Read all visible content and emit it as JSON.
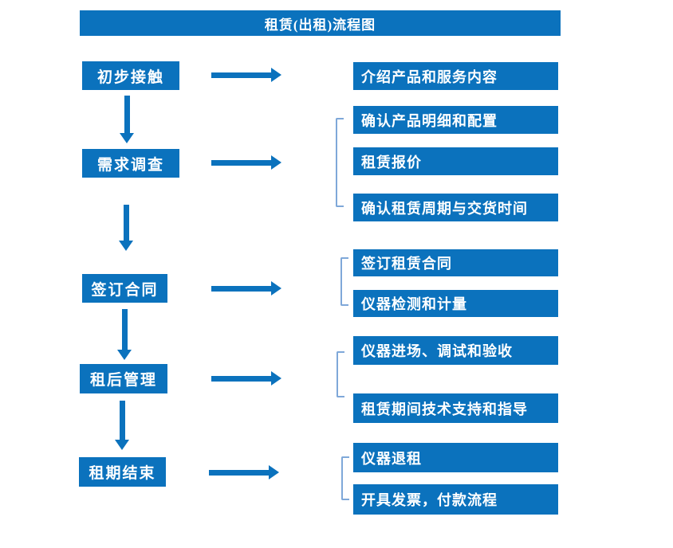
{
  "title": "租赁(出租)流程图",
  "colors": {
    "primary_blue": "#0B72BD",
    "bracket_blue": "#7FA8D9",
    "text_white": "#FFFFFF",
    "background": "#FFFFFF"
  },
  "steps": [
    {
      "label": "初步接触",
      "details": [
        "介绍产品和服务内容"
      ]
    },
    {
      "label": "需求调查",
      "details": [
        "确认产品明细和配置",
        "租赁报价",
        "确认租赁周期与交货时间"
      ]
    },
    {
      "label": "签订合同",
      "details": [
        "签订租赁合同",
        "仪器检测和计量"
      ]
    },
    {
      "label": "租后管理",
      "details": [
        "仪器进场、调试和验收",
        "租赁期间技术支持和指导"
      ]
    },
    {
      "label": "租期结束",
      "details": [
        "仪器退租",
        "开具发票，付款流程"
      ]
    }
  ]
}
